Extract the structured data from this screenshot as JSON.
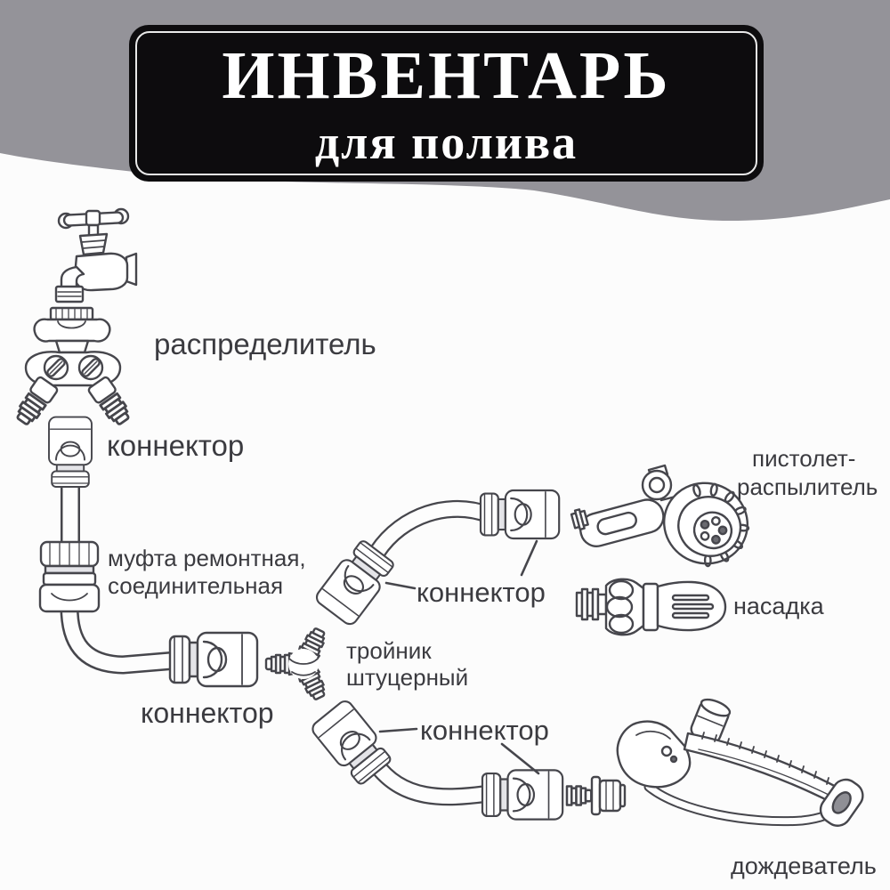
{
  "banner": {
    "title": "ИНВЕНТАРЬ",
    "subtitle": "для полива"
  },
  "labels": {
    "distributor": "распределитель",
    "connector_top": "коннектор",
    "coupling": "муфта ремонтная,\nсоединительная",
    "connector_left": "коннектор",
    "tee": "тройник\nштуцерный",
    "connector_upper": "коннектор",
    "connector_lower": "коннектор",
    "spray_gun": "пистолет-\nраспылитель",
    "nozzle": "насадка",
    "sprinkler": "дождеватель"
  },
  "icons": [
    "tap-icon",
    "distributor-icon",
    "quick-connector-icon",
    "repair-coupling-icon",
    "hose-icon",
    "tee-fitting-icon",
    "male-adapter-icon",
    "spray-gun-icon",
    "nozzle-icon",
    "sprinkler-icon"
  ],
  "colors": {
    "background_gray": "#949399",
    "panel_white": "#fcfcfc",
    "banner_bg": "#0d0c0e",
    "banner_text": "#ffffff",
    "line_art": "#46464c",
    "label_text": "#3b3b40"
  }
}
